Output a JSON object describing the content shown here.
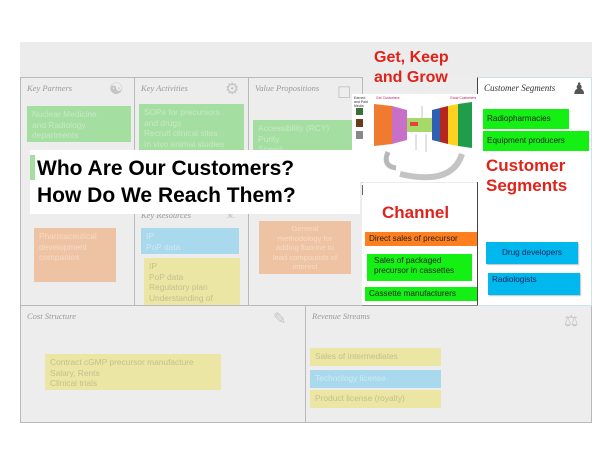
{
  "headline": {
    "line1": "Who Are Our Customers?",
    "line2": "How Do We Reach Them?"
  },
  "overlay_labels": {
    "get_keep_grow_line1": "Get, Keep",
    "get_keep_grow_line2": "and Grow",
    "customer_segments_line1": "Customer",
    "customer_segments_line2": "Segments",
    "channel": "Channel"
  },
  "canvas": {
    "key_partners": {
      "title": "Key Partners",
      "notes": [
        "Nuclear Medicine\nand Radiology\ndepartments",
        "Pharmaceutical\ndevelopment\ncompanies"
      ]
    },
    "key_activities": {
      "title": "Key Activities",
      "notes": [
        "SOPs for precursors\nand drugs\nRecruit clinical sites\nIn vivo animal studies\nDevelop regulatory"
      ]
    },
    "key_resources": {
      "title": "Key Resources",
      "notes": [
        "IP\nPoP data",
        "IP\nPoP data\nRegulatory plan\nUnderstanding of\nthe regulatory\nprocess"
      ]
    },
    "value_propositions": {
      "title": "Value Propositions",
      "notes": [
        "Accessibility (RCY)\nPurity\nSpeed",
        "General\nmethodology for\nadding fluorine to\nlead compounds of\ninterest"
      ]
    },
    "customer_segments": {
      "title": "Customer Segments",
      "notes": [
        "Radiopharmacies",
        "Equipment producers",
        "Drug developers",
        "Radiologists"
      ]
    },
    "channels": {
      "notes": [
        "Direct sales of precursor",
        "Sales of packaged\nprecursor in cassettes",
        "Cassette manufacturers"
      ]
    },
    "cost_structure": {
      "title": "Cost Structure",
      "notes": [
        "Contract cGMP precursor manufacture\nSalary, Rents\nClinical trials"
      ]
    },
    "revenue_streams": {
      "title": "Revenue Streams",
      "notes": [
        "Sales of intermediates",
        "Technology license",
        "Product license (royalty)"
      ]
    }
  },
  "funnel_diagram": {
    "left_label": "Get Customers",
    "right_label": "Grow Customers",
    "side_label": "Earned and Paid Media"
  },
  "colors": {
    "red_label": "#e0231a",
    "bright_green": "#14f014",
    "bright_orange": "#ff7f1f",
    "bright_blue": "#00b7ee",
    "faded_green": "#a4dea0",
    "faded_orange": "#eec3a3",
    "faded_blue": "#a9d9ec",
    "faded_yellow": "#ebe6a3"
  }
}
